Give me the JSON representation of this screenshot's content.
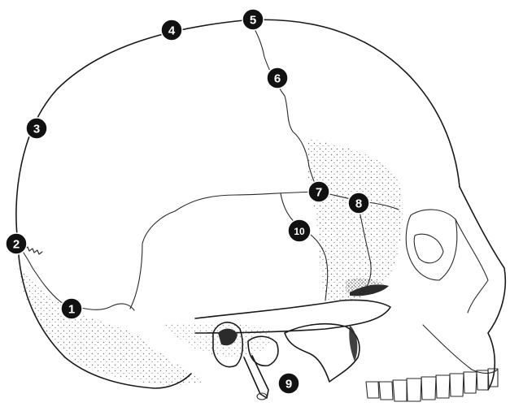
{
  "figure": {
    "subject": "skull-lateral-view",
    "colors": {
      "ink": "#1a1a1a",
      "marker_fill": "#111111",
      "marker_text": "#ffffff",
      "stipple": "#555555",
      "background": "#ffffff"
    }
  },
  "markers": [
    {
      "id": "m1",
      "label": "1"
    },
    {
      "id": "m2",
      "label": "2"
    },
    {
      "id": "m3",
      "label": "3"
    },
    {
      "id": "m4",
      "label": "4"
    },
    {
      "id": "m5",
      "label": "5"
    },
    {
      "id": "m6",
      "label": "6"
    },
    {
      "id": "m7",
      "label": "7"
    },
    {
      "id": "m8",
      "label": "8"
    },
    {
      "id": "m9",
      "label": "9"
    },
    {
      "id": "m10",
      "label": "10"
    }
  ]
}
